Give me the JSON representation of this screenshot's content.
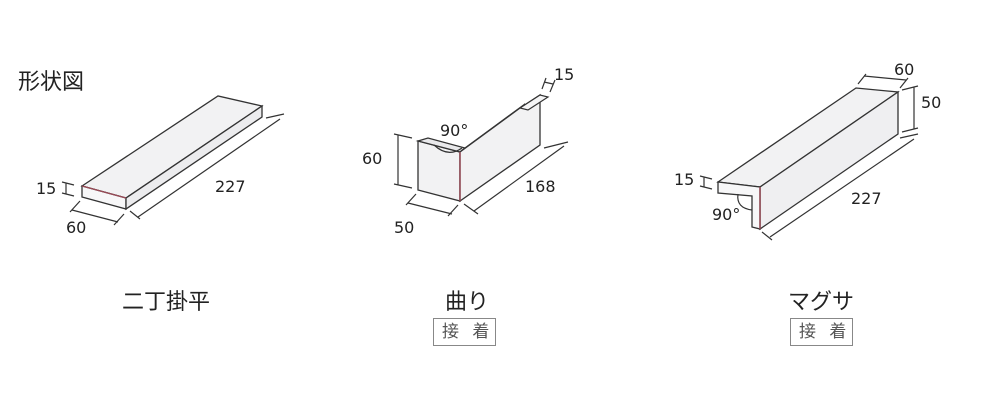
{
  "title": "形状図",
  "shapes": [
    {
      "name": "二丁掛平",
      "dims": {
        "thickness": "15",
        "width": "60",
        "length": "227"
      }
    },
    {
      "name": "曲り",
      "badge": "接 着",
      "dims": {
        "thickness": "15",
        "height": "60",
        "depth": "50",
        "length": "168",
        "angle": "90°"
      }
    },
    {
      "name": "マグサ",
      "badge": "接 着",
      "dims": {
        "thickness": "15",
        "width": "60",
        "height": "50",
        "length": "227",
        "angle": "90°"
      }
    }
  ],
  "colors": {
    "face": "#f2f2f3",
    "edge_shadow": "#9b4a56",
    "line": "#222222"
  }
}
